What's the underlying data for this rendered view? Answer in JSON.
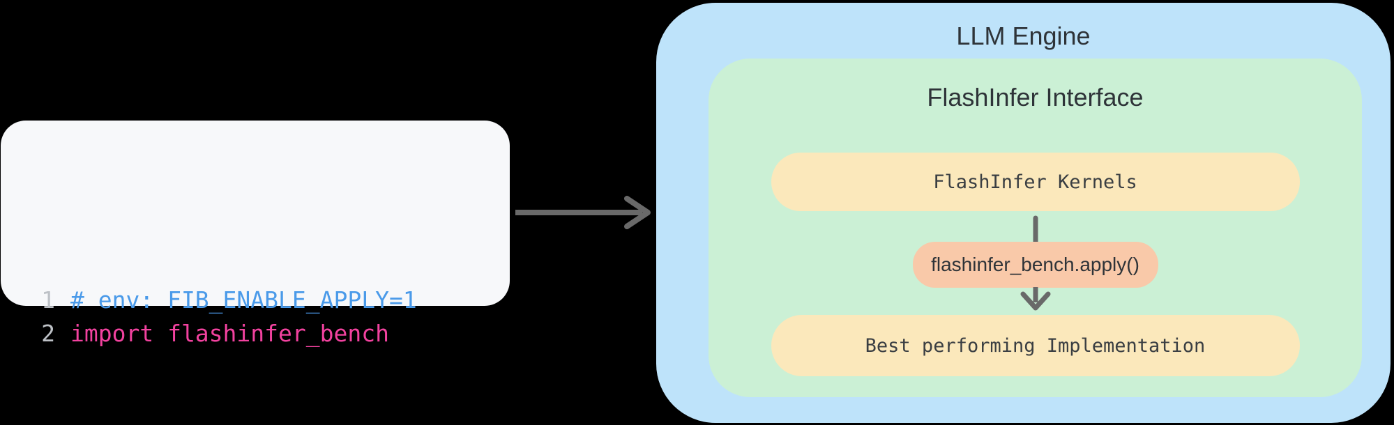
{
  "code_panel": {
    "lines": [
      {
        "number": "1",
        "text": "# env: FIB_ENABLE_APPLY=1",
        "token_type": "comment"
      },
      {
        "number": "2",
        "text": "import flashinfer_bench",
        "token_type": "import"
      }
    ]
  },
  "llm_engine": {
    "title": "LLM Engine"
  },
  "flashinfer_interface": {
    "title": "FlashInfer Interface",
    "kernels_label": "FlashInfer Kernels",
    "apply_label": "flashinfer_bench.apply()",
    "best_label": "Best performing Implementation"
  },
  "icons": {
    "right_arrow": "flow-arrow-right-icon",
    "down_arrow": "flow-arrow-down-icon"
  },
  "colors": {
    "c-bg": "#000000",
    "c-code-bg": "#F7F8FA",
    "c-gutter": "#BDC1C6",
    "c-blue": "#4A9AE9",
    "c-pink": "#F2429F",
    "c-arrow": "#696969",
    "c-panel-blue": "#BEE3FA",
    "c-panel-green": "#CBF0D5",
    "c-panel-yellow": "#FBE8BB",
    "c-panel-orange": "#F9C9A9",
    "c-dark": "#2E3338",
    "c-mono-text": "#3A3E42"
  }
}
